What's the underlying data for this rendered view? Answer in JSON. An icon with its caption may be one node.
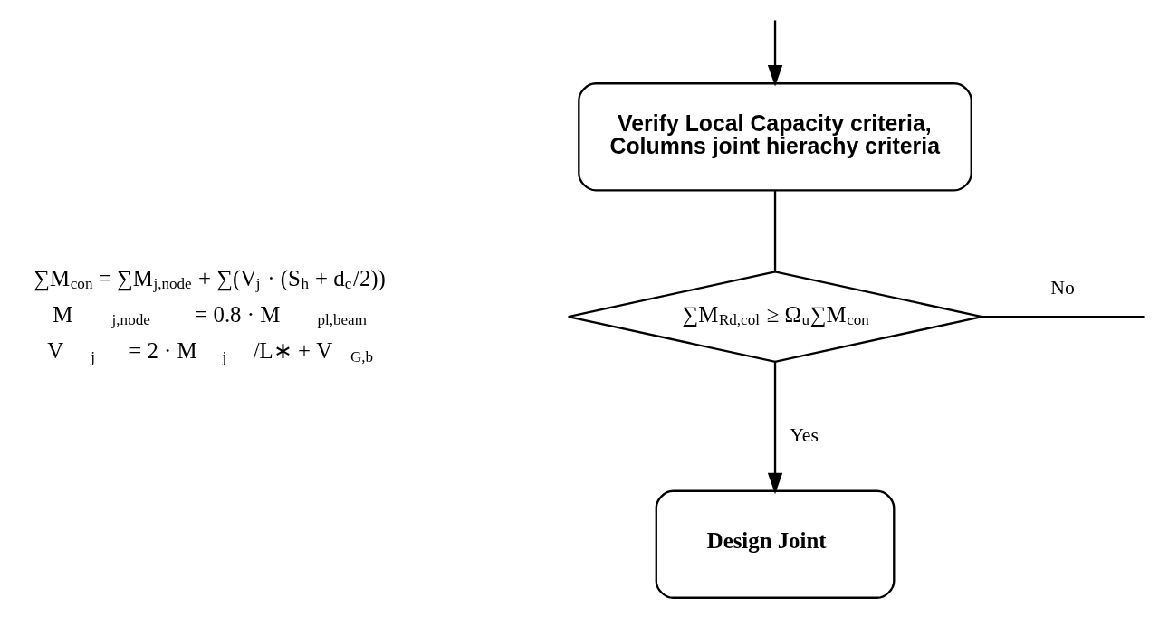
{
  "diagram": {
    "nodes": [
      {
        "text": [
          "Verify Local Capacity criteria, Columns joint hierachy criteria"
        ]
      },
      {
        "text": [
          "∑M$_{Rd,col}$ ≥ Ω$_{u}$∑M$_{con}$"
        ]
      },
      {
        "text": [
          "Design Joint"
        ]
      }
    ],
    "edges": [
      {
        "from": null,
        "to": 0,
        "arrow": "to"
      },
      {
        "from": 0,
        "to": 1,
        "arrow": "none"
      },
      {
        "from": 1,
        "to": 2,
        "arrow": "to",
        "label": "Yes"
      },
      {
        "from": 1,
        "to": null,
        "arrow": "none",
        "label": "No"
      }
    ],
    "labels": [
      "∑M$_{con}$ = ∑M$_{j,node}$ + ∑(V$_{j}$ · (S$_{h}$ + d$_{c}$/2))",
      "M$_{j,node}$ = 0.8 · M$_{pl,beam}$",
      "V$_{j}$ = 2 · M$_{j}$/L∗ + V$_{G,b}$"
    ]
  }
}
